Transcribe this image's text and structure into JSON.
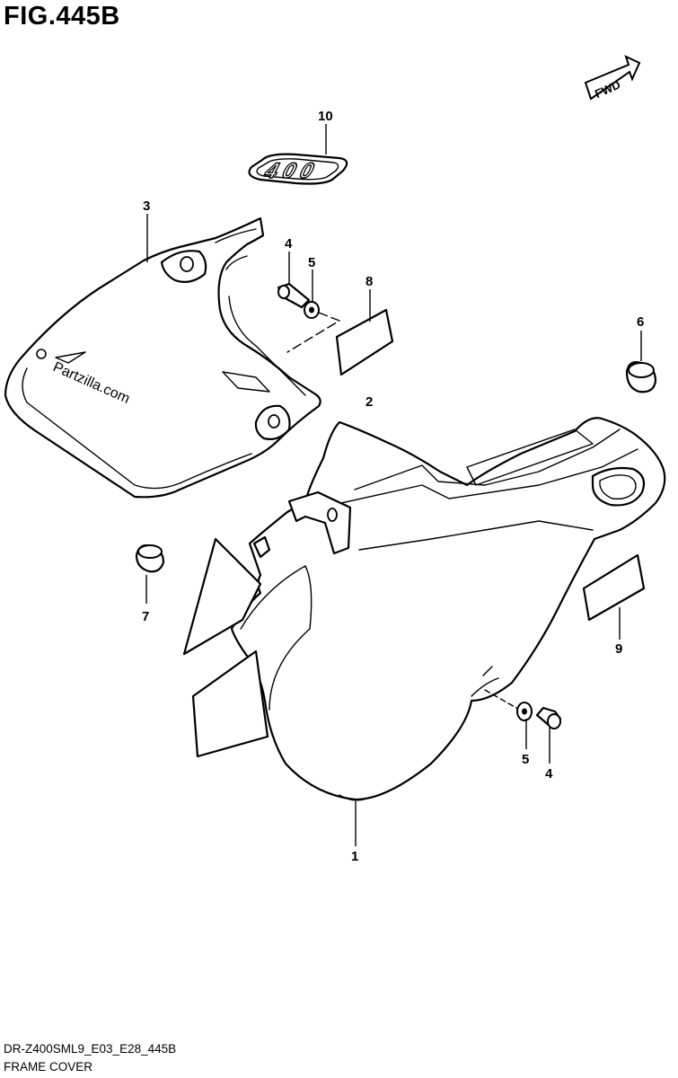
{
  "figure": {
    "title": "FIG.445B",
    "watermark": "Partzilla.com",
    "direction_label": "FWD",
    "emblem_text": "400"
  },
  "callouts": [
    {
      "id": "c1",
      "label": "1"
    },
    {
      "id": "c2",
      "label": "2"
    },
    {
      "id": "c3",
      "label": "3"
    },
    {
      "id": "c4a",
      "label": "4"
    },
    {
      "id": "c4b",
      "label": "4"
    },
    {
      "id": "c5a",
      "label": "5"
    },
    {
      "id": "c5b",
      "label": "5"
    },
    {
      "id": "c6",
      "label": "6"
    },
    {
      "id": "c7",
      "label": "7"
    },
    {
      "id": "c8",
      "label": "8"
    },
    {
      "id": "c9",
      "label": "9"
    },
    {
      "id": "c10",
      "label": "10"
    }
  ],
  "footer": {
    "code": "DR-Z400SML9_E03_E28_445B",
    "name": "FRAME COVER"
  }
}
